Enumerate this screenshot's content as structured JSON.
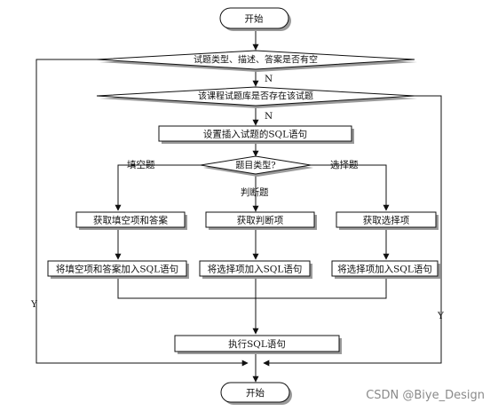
{
  "flowchart": {
    "start_label": "开始",
    "decision_empty": "试题类型、描述、答案是否有空",
    "decision_exists": "该课程试题库是否存在该试题",
    "set_sql": "设置插入试题的SQL语句",
    "decision_type": "题目类型?",
    "branch_fill": "填空题",
    "branch_judge": "判断题",
    "branch_choice": "选择题",
    "get_fill": "获取填空项和答案",
    "get_judge": "获取判断项",
    "get_choice": "获取选择项",
    "add_fill": "将填空项和答案加入SQL语句",
    "add_judge": "将选择项加入SQL语句",
    "add_choice": "将选择项加入SQL语句",
    "execute_sql": "执行SQL语句",
    "end_label": "开始",
    "label_n1": "N",
    "label_n2": "N",
    "label_y_left": "Y",
    "label_y_right": "Y"
  },
  "watermark": "CSDN @Biye_Design"
}
